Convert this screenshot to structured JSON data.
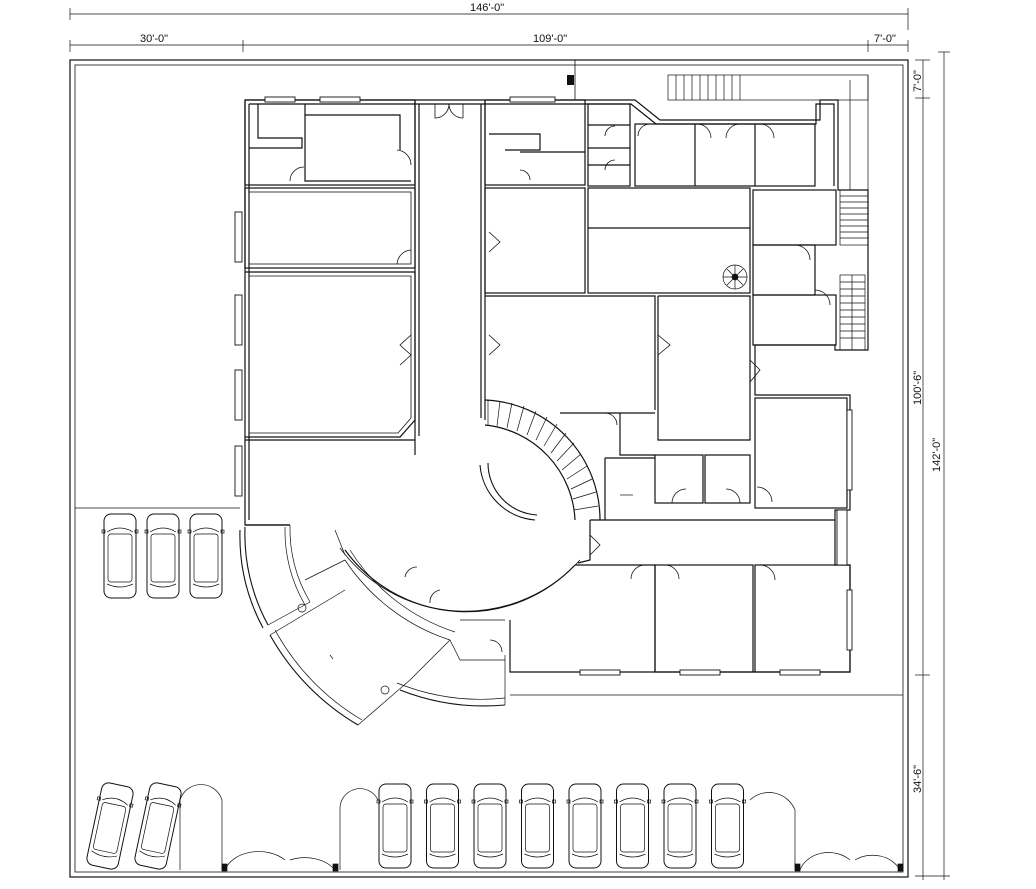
{
  "dimensions": {
    "overall_width": "146'-0\"",
    "left_segment": "30'-0\"",
    "middle_segment": "109'-0\"",
    "right_segment": "7'-0\"",
    "top_offset": "7'-0\"",
    "building_depth": "100'-6\"",
    "overall_depth": "142'-0\"",
    "parking_depth": "34'-6\""
  },
  "parking": {
    "left_lot_cars": 3,
    "bottom_left_cars": 2,
    "bottom_right_cars": 8
  },
  "colors": {
    "line": "#111111",
    "background": "#ffffff"
  }
}
